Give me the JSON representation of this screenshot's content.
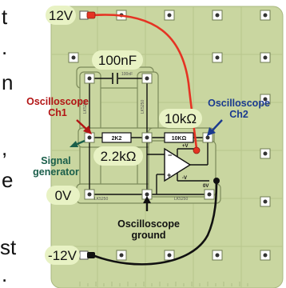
{
  "colors": {
    "board": "#c9d6a0",
    "board_dark": "#a9b880",
    "red_wire": "#e53323",
    "black_wire": "#111111",
    "osc_ch1": "#b31515",
    "osc_ch2": "#1a3a8f",
    "signal": "#1a5e4a",
    "pill": "#e8f2c4"
  },
  "rails": {
    "pos": "12V",
    "neg": "-12V",
    "zero": "0V"
  },
  "components": {
    "capacitor_value": "100nF",
    "capacitor_print": "100nF",
    "r_input_value": "2.2kΩ",
    "r_input_print": "2K2",
    "r_feedback_value": "10kΩ",
    "r_feedback_print": "10KΩ",
    "link_print": "LK5250",
    "opamp_pos": "+V",
    "opamp_neg": "-V",
    "board_zero": "0V"
  },
  "labels": {
    "ch1_line1": "Oscilloscope",
    "ch1_line2": "Ch1",
    "ch2_line1": "Oscilloscope",
    "ch2_line2": "Ch2",
    "signal_line1": "Signal",
    "signal_line2": "generator",
    "ground_line1": "Oscilloscope",
    "ground_line2": "ground"
  },
  "text_fragments": [
    "t",
    ".",
    "n",
    ",",
    "e",
    "st",
    "."
  ]
}
